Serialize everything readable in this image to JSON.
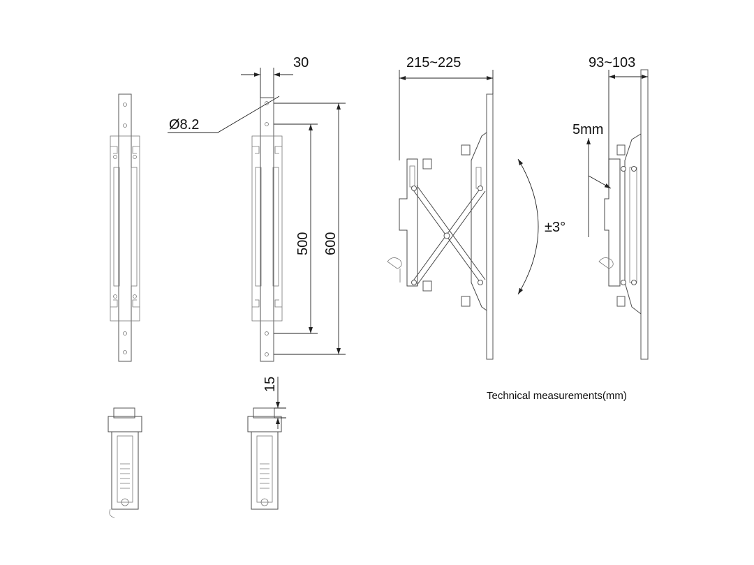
{
  "dimensions": {
    "bar_width": "30",
    "hole_diameter": "Ø8.2",
    "hole_spacing": "500",
    "bar_length": "600",
    "depth_range": "215~225",
    "depth_range_retracted": "93~103",
    "offset": "5mm",
    "tilt": "±3°",
    "bottom_offset": "15"
  },
  "caption": "Technical measurements(mm)"
}
